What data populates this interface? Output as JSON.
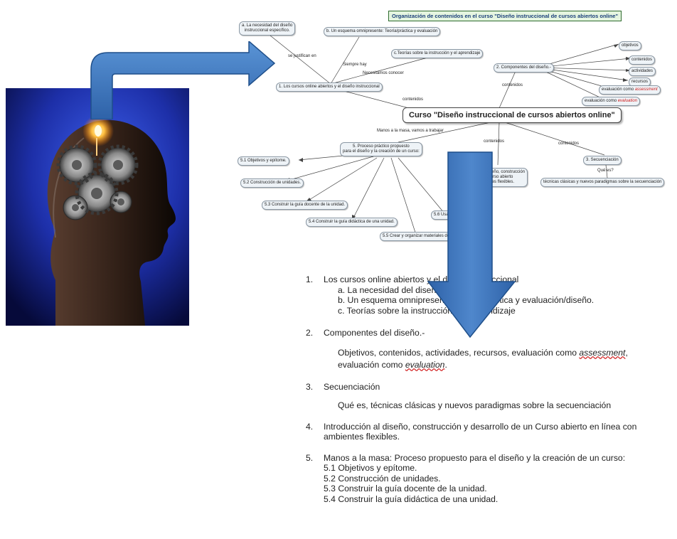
{
  "concept_map": {
    "title": "Organización de contenidos en el curso \"Diseño instruccional de cursos abiertos online\"",
    "center": "Curso \"Diseño instruccional de cursos abiertos online\"",
    "nodes": {
      "n1": "1.    Los cursos online abiertos y el diseño instruccional",
      "n1a": "a. La necesidad del diseño\ninstruccional específico.",
      "n1b": "b.    Un esquema omnipresente: Teoría/práctica y evaluación",
      "n1c": "c.Teorías sobre la instrucción y el aprendizaje",
      "n2": "2.    Componentes del diseño.-",
      "obj": "objetivos",
      "cont": "contenidos",
      "act": "actividades",
      "rec": "recursos",
      "eval_a_pre": "evaluación como ",
      "eval_a_em": "assessment",
      "eval_b_pre": "evaluación como ",
      "eval_b_em": "evaluation",
      "n3": "3.    Secuenciación",
      "n3q": "Qué es?",
      "n3t": "técnicas clásicas y nuevos paradigmas sobre la secuenciación",
      "n4": "4.    Introducción  al diseño, construcción\ny desarrollo de un Curso abierto\nen línea con ambientes flexibles.",
      "n5": "5.    Proceso práctico propuesto\npara el diseño y la creación de un curso:",
      "n51": "5.1    Objetivos y epítome.",
      "n52": "5.2 Construcción de unidades.",
      "n53": "5.3    Construir la guía docente de la unidad.",
      "n54": "5.4    Construir la guía didáctica de una unidad.",
      "n55": "5.5    Crear y organizar materiales de la unidad.",
      "n56": "5.6    Usar recursos existentes"
    },
    "links": {
      "justifican": "se justifican en",
      "siempre": "Siempre hay",
      "necesitamos": "Necesitamos conocer",
      "contenidos_1": "contenidos",
      "contenidos_2": "contenidos",
      "contenidos_3": "contenidos",
      "contenidos_4": "contenidos",
      "manos": "Manos a la masa, vamos a trabajar"
    }
  },
  "outline": {
    "items": [
      {
        "num": "1.",
        "text": "Los cursos online abiertos y el diseño instruccional",
        "subs": [
          "a.   La necesidad del diseño instruccional",
          "b.   Un esquema omnipresente: Teoría/práctica y evaluación/diseño.",
          "c.   Teorías sobre la instrucción y el aprendizaje"
        ]
      },
      {
        "num": "2.",
        "text": "Componentes del diseño.-",
        "para_pre": "Objetivos, contenidos, actividades, recursos, evaluación como ",
        "para_em1": "assessment",
        "para_mid": ",",
        "para_line2": "evaluación como ",
        "para_em2": "evaluation",
        "para_end": "."
      },
      {
        "num": "3.",
        "text": "Secuenciación",
        "para": "Qué es, técnicas clásicas y nuevos paradigmas sobre la secuenciación"
      },
      {
        "num": "4.",
        "text": "Introducción  al diseño, construcción y desarrollo de un Curso abierto en línea con",
        "text2": "ambientes flexibles."
      },
      {
        "num": "5.",
        "text": "Manos a la masa: Proceso propuesto para el diseño y la creación de un curso:",
        "subs": [
          "5.1 Objetivos y epítome.",
          "5.2 Construcción de unidades.",
          "5.3 Construir la guía docente de la unidad.",
          "5.4 Construir la guía didáctica de una unidad."
        ]
      }
    ]
  },
  "image": {
    "subject": "head-with-gears-icon"
  },
  "colors": {
    "arrow": "#3d78bd",
    "arrow_dark": "#1f4f8a",
    "title_bg": "#e5f5e0",
    "accent_red": "#d02020"
  }
}
